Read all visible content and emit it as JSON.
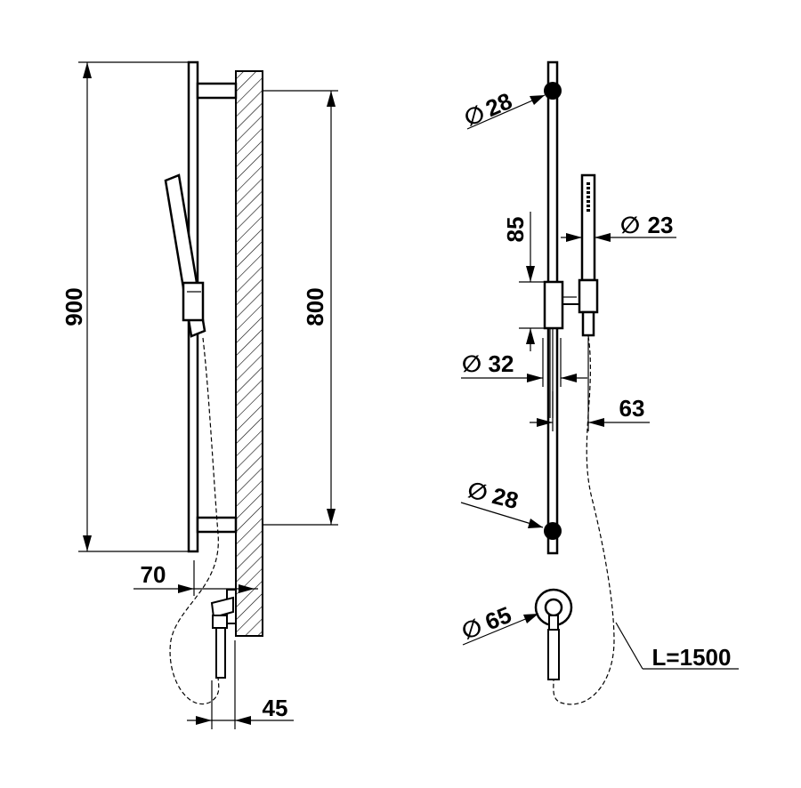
{
  "side_view": {
    "dim_total_height": "900",
    "dim_bracket_spacing": "800",
    "dim_projection": "70",
    "dim_outlet_depth": "45"
  },
  "front_view": {
    "dim_bracket_diameter_top": "28",
    "dim_handshower_diameter": "23",
    "dim_slider_height": "85",
    "dim_bar_diameter": "32",
    "dim_offset": "63",
    "dim_bracket_diameter_bottom": "28",
    "dim_outlet_diameter": "65",
    "hose_length": "L=1500",
    "diameter_symbol": "∅"
  }
}
